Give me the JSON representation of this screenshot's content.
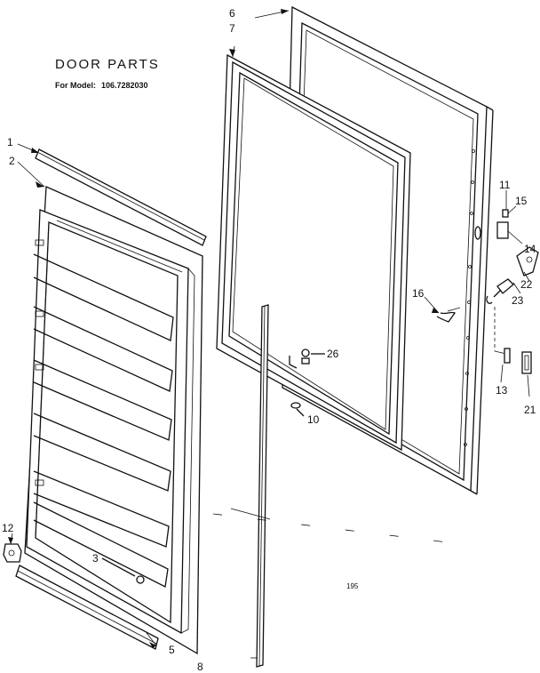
{
  "header": {
    "title": "DOOR PARTS",
    "model_label": "For Model:",
    "model_number": "106.7282030"
  },
  "callouts": {
    "p1": "1",
    "p2": "2",
    "p3": "3",
    "p5": "5",
    "p6": "6",
    "p7": "7",
    "p8": "8",
    "p10": "10",
    "p11": "11",
    "p12": "12",
    "p13": "13",
    "p14": "14",
    "p15": "15",
    "p16": "16",
    "p21": "21",
    "p22": "22",
    "p23": "23",
    "p26": "26"
  },
  "footer_code": "195"
}
